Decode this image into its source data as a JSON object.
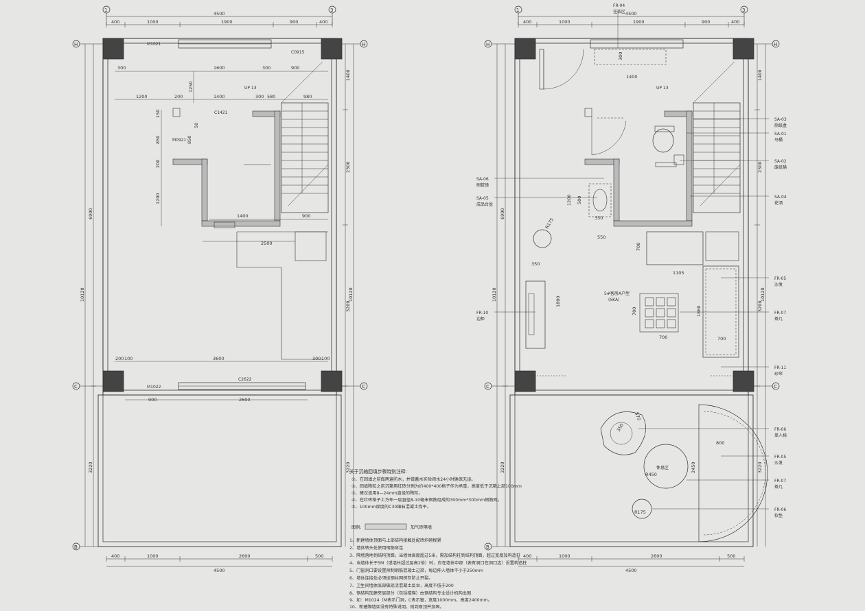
{
  "plans": [
    {
      "id": "left",
      "grid": {
        "top_left": "1",
        "top_right": "3",
        "row_h": "H",
        "row_c": "C",
        "row_b": "B"
      },
      "top_dims": {
        "total": "4500",
        "segments": [
          "400",
          "1000",
          "1900",
          "900",
          "400"
        ]
      },
      "bottom_dims": {
        "total": "4500",
        "segments": [
          "400",
          "1000",
          "2600",
          "500"
        ]
      },
      "left_dims": {
        "total": "10120",
        "upper": "6900",
        "lower": "3220"
      },
      "right_dims": {
        "total": "10120",
        "upper": [
          "1400",
          "2300",
          "3200"
        ],
        "lower": "3220"
      },
      "labels": [
        {
          "text": "M1021"
        },
        {
          "text": "C0915"
        },
        {
          "text": "UP 13"
        },
        {
          "text": "C1421"
        },
        {
          "text": "M0921"
        },
        {
          "text": "M1022"
        },
        {
          "text": "C2622"
        }
      ],
      "dims": [
        "300",
        "1600",
        "300",
        "900",
        "1250",
        "1200",
        "200",
        "1400",
        "300",
        "580",
        "980",
        "150",
        "50",
        "850",
        "850",
        "200",
        "1200",
        "1400",
        "900",
        "2500",
        "200",
        "100",
        "3600",
        "300",
        "100",
        "900",
        "2600"
      ]
    },
    {
      "id": "right",
      "grid": {
        "top_left": "1",
        "top_right": "3",
        "row_h": "H",
        "row_c": "C",
        "row_b": "B"
      },
      "top_dims": {
        "total": "4500",
        "segments": [
          "400",
          "1000",
          "1900",
          "900",
          "400"
        ]
      },
      "bottom_dims": {
        "total": "4500",
        "segments": [
          "400",
          "1000",
          "2600",
          "500"
        ]
      },
      "left_dims": {
        "total": "10120",
        "upper": "6900",
        "lower": "3220"
      },
      "right_dims": {
        "total": "10120",
        "upper": [
          "1400",
          "2300",
          "3200"
        ],
        "lower": "3220"
      },
      "labels": [
        {
          "text": "UP 13"
        },
        {
          "text": "5#客房A户型"
        },
        {
          "text": "(5KA)"
        },
        {
          "text": "休息区"
        }
      ],
      "dims": [
        "300",
        "1400",
        "1200",
        "500",
        "350",
        "550",
        "R175",
        "700",
        "350",
        "1105",
        "1800",
        "700",
        "700",
        "1860",
        "700",
        "870",
        "800",
        "2450",
        "R450",
        "R175",
        "350"
      ],
      "tags": [
        {
          "code": "FR-04",
          "text": "挂衣区"
        },
        {
          "code": "SA-03",
          "text": "厕纸盒"
        },
        {
          "code": "SA-01",
          "text": "马桶"
        },
        {
          "code": "SA-02",
          "text": "废纸桶"
        },
        {
          "code": "SA-06",
          "text": "刷拔镜"
        },
        {
          "code": "SA-05",
          "text": "成品台盆"
        },
        {
          "code": "SA-04",
          "text": "花洒"
        },
        {
          "code": "FR-05",
          "text": "沙发"
        },
        {
          "code": "FR-10",
          "text": "边柜"
        },
        {
          "code": "FR-07",
          "text": "茶几"
        },
        {
          "code": "FR-11",
          "text": "纱帘"
        },
        {
          "code": "FR-06",
          "text": "单人椅"
        },
        {
          "code": "FR-05",
          "text": "沙发"
        },
        {
          "code": "FR-07",
          "text": "茶几"
        },
        {
          "code": "FR-06",
          "text": "软垫"
        }
      ]
    }
  ],
  "notes": {
    "title": "关于沉箱回填步骤特别注释:",
    "items": [
      "①、在回填之前做两遍防水，并做蓄水实验闭水24小时确保无误。",
      "②、回填陶粒之前沉箱用红砖分割为约400*400格子作为承重，高度低于沉箱上部100mm",
      "③、建议选用8—24mm直径的陶粒。",
      "④、在红砖格子上方布一层直径8-10毫米钢筋组成的300mm*300mm钢筋网。",
      "⑤、100mm厚度的C30细石混凝土找平。"
    ],
    "legend_label": "图例:",
    "legend_text": "加气砖隔墙",
    "list": [
      "1、新建墙体顶面与上部结构接触处配砖斜砌楔紧",
      "2、墙体转头处使用钢筋穿连",
      "3、隔墙落地到结构顶面，当墙体高度超过5米，需加结构柱到结构顶面，超过宽度加构造柱",
      "4、当墙体长于5M（或墙长超过层高2倍）时，应在墙体中部（表有洞口在洞口边）设置构造柱",
      "5、门窗洞口要设置预制钢筋混凝土过梁，每边伸入墙体不小于250mm",
      "6、墙体连接处必须挂钢丝网抹灰防止开裂。",
      "7、卫生间墙体底部做现浇混凝土反台，高度不低于200",
      "8、钢结构加建夹层部分（包括楼梯）由钢结构专业设计机构出图",
      "9、如：M1024（M表示门洞，C表示窗，宽度1000mm，高度2400mm。",
      "10、新建隔墙如没有特殊说明，则到原顶并加固。"
    ]
  }
}
